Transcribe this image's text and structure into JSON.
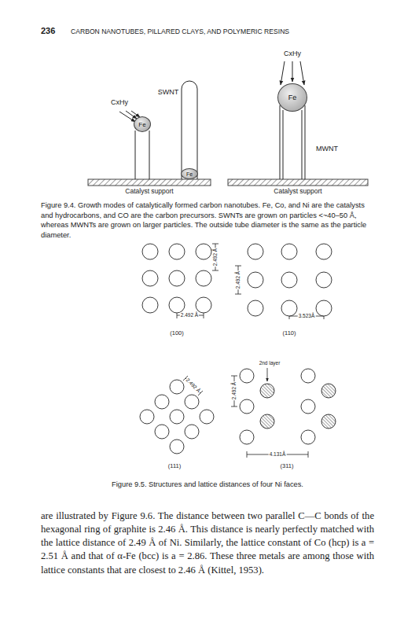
{
  "diagram": {
    "nodes": [
      {
        "text": [
          "Fe"
        ]
      },
      {
        "text": [
          "Fe"
        ]
      },
      {
        "text": [
          "Fe"
        ]
      }
    ],
    "labels": [
      "236",
      "CARBON NANOTUBES, PILLARED CLAYS, AND POLYMERIC RESINS",
      "CxHy",
      "SWNT",
      "CxHy",
      "MWNT",
      "Catalyst support",
      "Catalyst support",
      "Figure 9.4. Growth modes of catalytically formed carbon nanotubes. Fe, Co, and Ni are the catalysts and hydrocarbons, and CO are the carbon precursors. SWNTs are grown on particles <~40–50 Å, whereas MWNTs are grown on larger particles. The outside tube diameter is the same as the particle diameter.",
      "2.492 Å",
      "2.492 Å",
      "(100)",
      "2.492 Å",
      "3.523Å",
      "(110)",
      "2.492 Å",
      "(111)",
      "2nd layer",
      "2.492 Å",
      "4.131Å",
      "(311)",
      "Figure 9.5. Structures and lattice distances of four Ni faces.",
      "are illustrated by Figure 9.6. The distance between two parallel C—C bonds of the hexagonal ring of graphite is 2.46 Å. This distance is nearly perfectly matched with the lattice distance of 2.49 Å of Ni. Similarly, the lattice constant of Co (hcp) is a = 2.51 Å and that of α-Fe (bcc) is a = 2.86. These three metals are among those with lattice constants that are closest to 2.46 Å (Kittel, 1953)."
    ]
  }
}
